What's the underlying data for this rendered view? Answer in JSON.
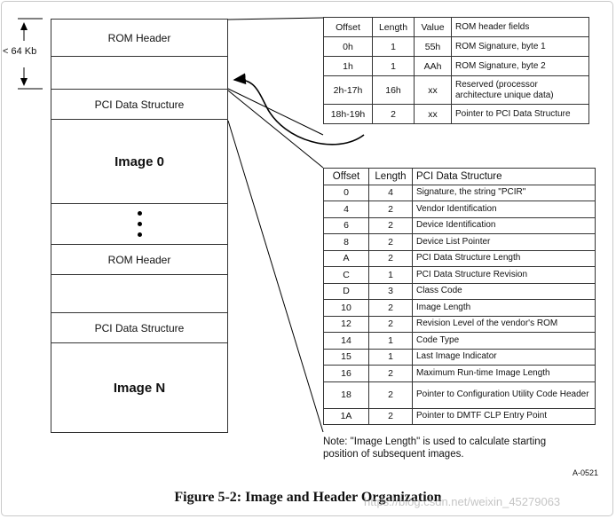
{
  "size_label": "< 64 Kb",
  "stack": [
    {
      "label": "ROM Header",
      "kind": "normal"
    },
    {
      "label": "",
      "kind": "normal"
    },
    {
      "label": "PCI Data Structure",
      "kind": "normal"
    },
    {
      "label": "Image 0",
      "kind": "big"
    },
    {
      "label": "",
      "kind": "dots"
    },
    {
      "label": "ROM Header",
      "kind": "normal"
    },
    {
      "label": "",
      "kind": "normal"
    },
    {
      "label": "PCI Data Structure",
      "kind": "normal"
    },
    {
      "label": "Image N",
      "kind": "big"
    }
  ],
  "rom_header_table": {
    "headers": [
      "Offset",
      "Length",
      "Value",
      "ROM header fields"
    ],
    "rows": [
      [
        "0h",
        "1",
        "55h",
        "ROM Signature, byte 1"
      ],
      [
        "1h",
        "1",
        "AAh",
        "ROM Signature, byte 2"
      ],
      [
        "2h-17h",
        "16h",
        "xx",
        "Reserved (processor architecture unique data)"
      ],
      [
        "18h-19h",
        "2",
        "xx",
        "Pointer to PCI Data Structure"
      ]
    ]
  },
  "pci_table": {
    "headers": [
      "Offset",
      "Length",
      "PCI Data Structure"
    ],
    "rows": [
      [
        "0",
        "4",
        "Signature, the string \"PCIR\""
      ],
      [
        "4",
        "2",
        "Vendor Identification"
      ],
      [
        "6",
        "2",
        "Device Identification"
      ],
      [
        "8",
        "2",
        "Device List Pointer"
      ],
      [
        "A",
        "2",
        "PCI Data Structure Length"
      ],
      [
        "C",
        "1",
        "PCI Data Structure Revision"
      ],
      [
        "D",
        "3",
        "Class Code"
      ],
      [
        "10",
        "2",
        "Image Length"
      ],
      [
        "12",
        "2",
        "Revision Level of the vendor's ROM"
      ],
      [
        "14",
        "1",
        "Code Type"
      ],
      [
        "15",
        "1",
        "Last Image Indicator"
      ],
      [
        "16",
        "2",
        "Maximum Run-time Image Length"
      ],
      [
        "18",
        "2",
        "Pointer to Configuration Utility Code Header"
      ],
      [
        "1A",
        "2",
        "Pointer to DMTF CLP Entry Point"
      ]
    ]
  },
  "note": "Note:  \"Image Length\" is used to calculate starting position of subsequent images.",
  "figure_code": "A-0521",
  "caption": "Figure 5-2:  Image and Header Organization",
  "watermark": "https://blog.csdn.net/weixin_45279063"
}
